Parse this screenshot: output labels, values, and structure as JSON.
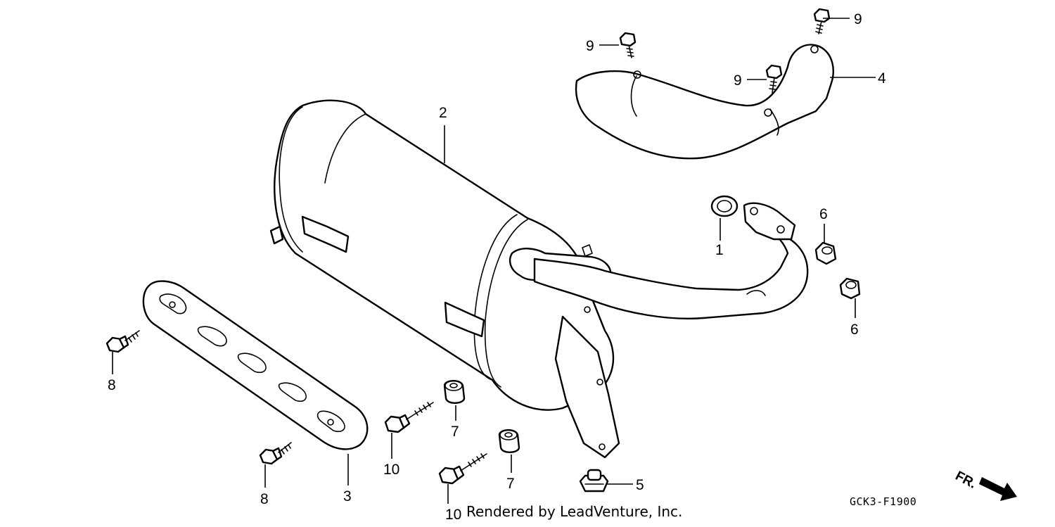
{
  "callouts": {
    "c1": "1",
    "c2": "2",
    "c3": "3",
    "c4": "4",
    "c5": "5",
    "c6a": "6",
    "c6b": "6",
    "c7a": "7",
    "c7b": "7",
    "c8a": "8",
    "c8b": "8",
    "c9a": "9",
    "c9b": "9",
    "c9c": "9",
    "c10a": "10",
    "c10b": "10"
  },
  "diagram_code": "GCK3-F1900",
  "direction_label": "FR.",
  "credit": "Rendered by LeadVenture, Inc.",
  "colors": {
    "line": "#000000",
    "background": "#ffffff"
  }
}
